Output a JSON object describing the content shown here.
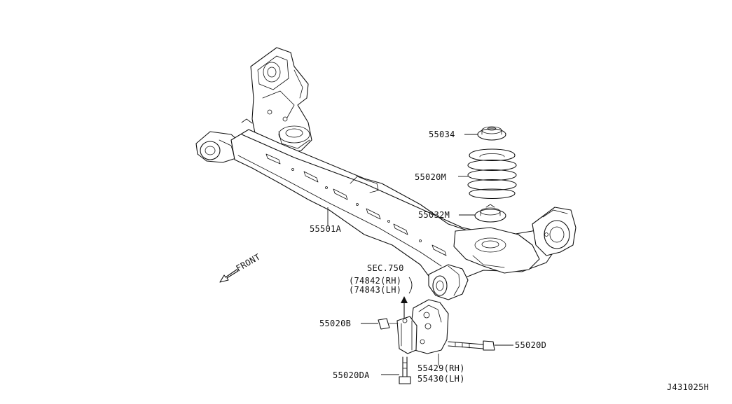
{
  "diagram_id": "J431025H",
  "front_label": "FRONT",
  "callouts": {
    "p55034": "55034",
    "p55020M": "55020M",
    "p55032M": "55032M",
    "p55501A": "55501A",
    "sec_title": "SEC.750",
    "sec_rh": "(74842(RH)",
    "sec_lh": "(74843(LH)",
    "p55020B": "55020B",
    "p55020D": "55020D",
    "p55020DA": "55020DA",
    "p55429": "55429(RH)",
    "p55430": "55430(LH)"
  }
}
